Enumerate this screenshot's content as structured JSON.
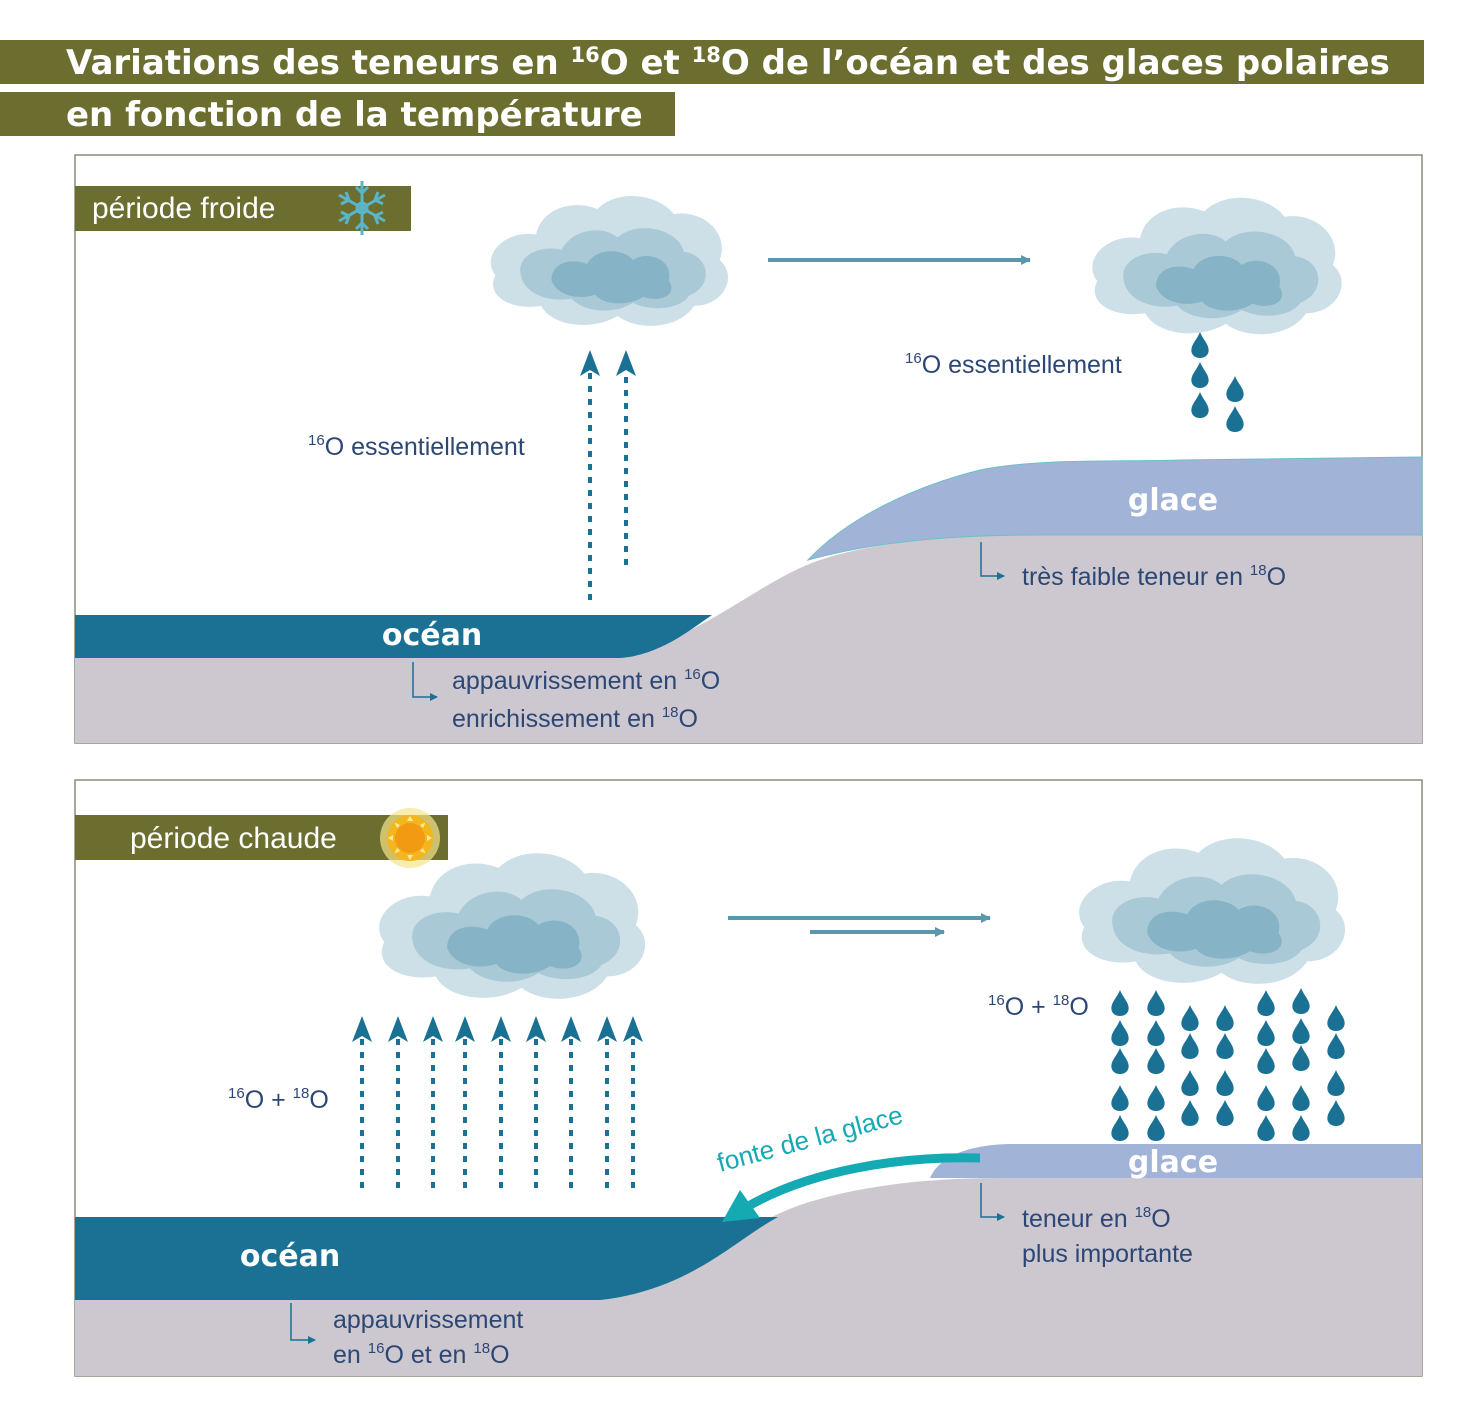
{
  "title": {
    "line1": {
      "before": "Variations des teneurs en ",
      "sup1": "16",
      "mid": "O et ",
      "sup2": "18",
      "after": "O de l’océan et des glaces polaires"
    },
    "line2": "en fonction de la température"
  },
  "cold_period": {
    "tag": "période froide",
    "evap_label": {
      "sup": "16",
      "text": "O essentiellement"
    },
    "precip_label": {
      "sup": "16",
      "text": "O essentiellement"
    },
    "ice": "glace",
    "ice_note": {
      "text": "très faible teneur en ",
      "sup": "18",
      "after": "O"
    },
    "ocean": "océan",
    "ocean_note_1": {
      "text": "appauvrissement en ",
      "sup": "16",
      "after": "O"
    },
    "ocean_note_2": {
      "text": "enrichissement  en ",
      "sup": "18",
      "after": "O"
    }
  },
  "warm_period": {
    "tag": "période chaude",
    "evap_label": {
      "sup1": "16",
      "mid": "O + ",
      "sup2": "18",
      "after": "O"
    },
    "precip_label": {
      "sup1": "16",
      "mid": "O + ",
      "sup2": "18",
      "after": "O"
    },
    "melt": "fonte de la glace",
    "ice": "glace",
    "ice_note_1": {
      "text": "teneur en ",
      "sup": "18",
      "after": "O"
    },
    "ice_note_2": "plus importante",
    "ocean": "océan",
    "ocean_note_1": "appauvrissement",
    "ocean_note_2": {
      "text": "en ",
      "sup1": "16",
      "mid": "O et en ",
      "sup2": "18",
      "after": "O"
    }
  },
  "colors": {
    "title_bg": "#6b6e2f",
    "ocean": "#1a7194",
    "ice": "#a2b3d8",
    "land": "#cdc8cf",
    "text": "#2c4776",
    "arrow": "#5a96ad",
    "melt_arrow": "#15a9b3"
  },
  "icons": {
    "cold": "snowflake-icon",
    "warm": "sun-icon"
  }
}
